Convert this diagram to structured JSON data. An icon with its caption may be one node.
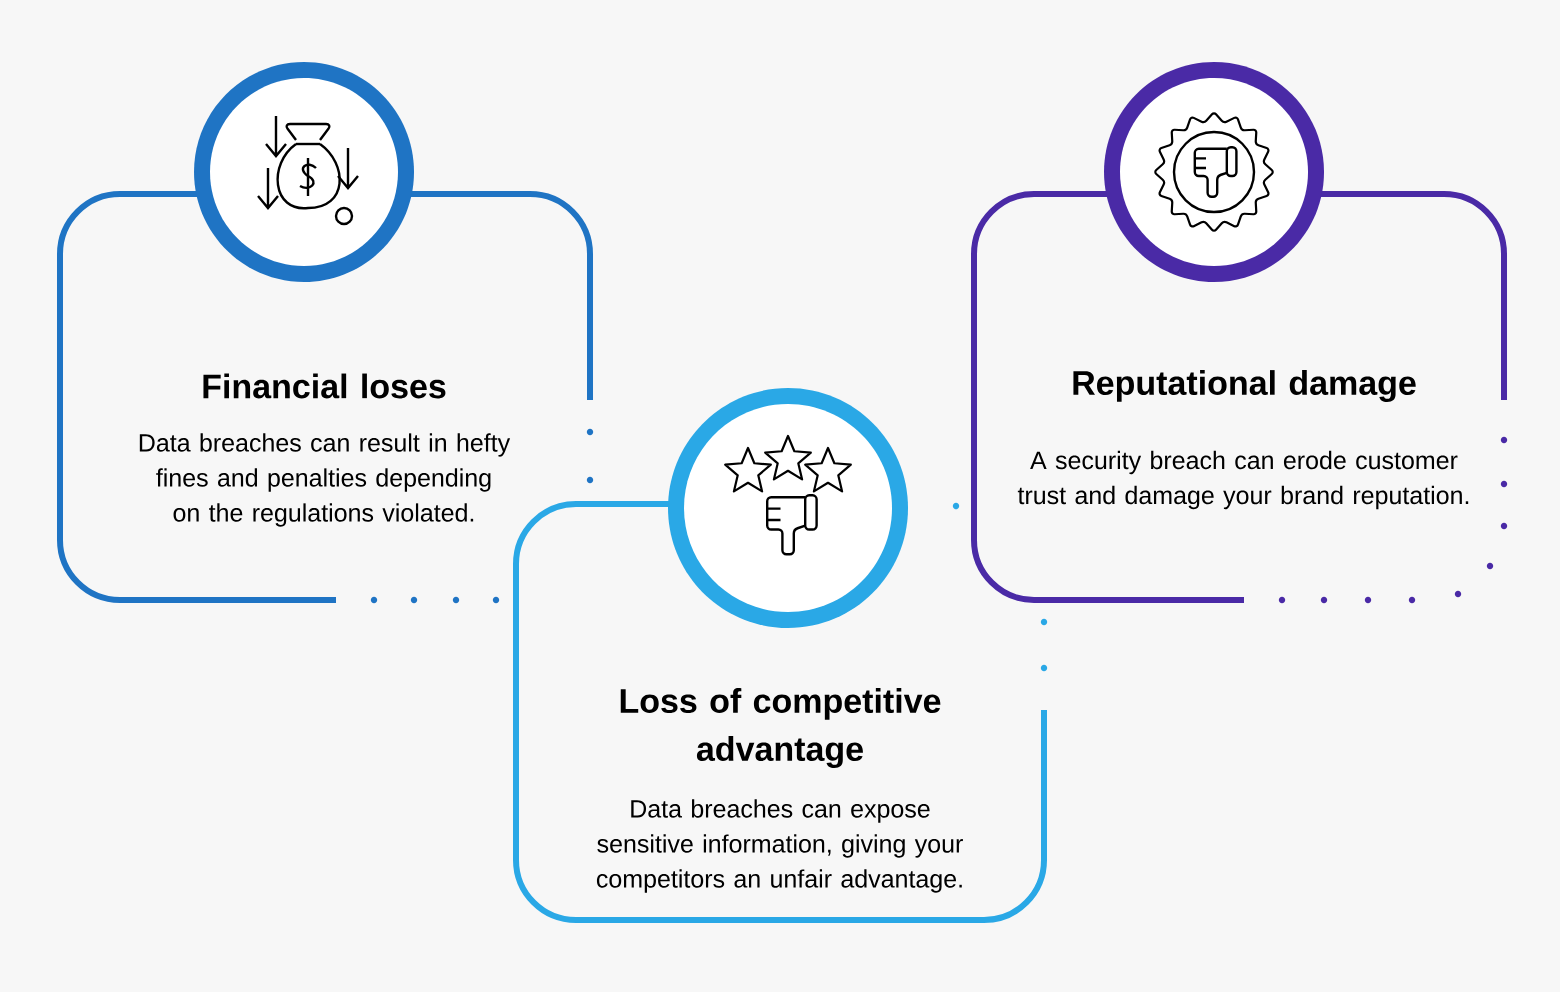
{
  "diagram": {
    "nodes": [
      {
        "text": [
          "Financial loses",
          "Data breaches can result in hefty fines and penalties depending on the regulations violated."
        ]
      },
      {
        "text": [
          "Loss of competitive advantage",
          "Data breaches can expose sensitive information, giving your competitors an unfair advantage."
        ]
      },
      {
        "text": [
          "Reputational damage",
          "A security breach can erode customer trust and damage your brand reputation."
        ]
      }
    ]
  }
}
